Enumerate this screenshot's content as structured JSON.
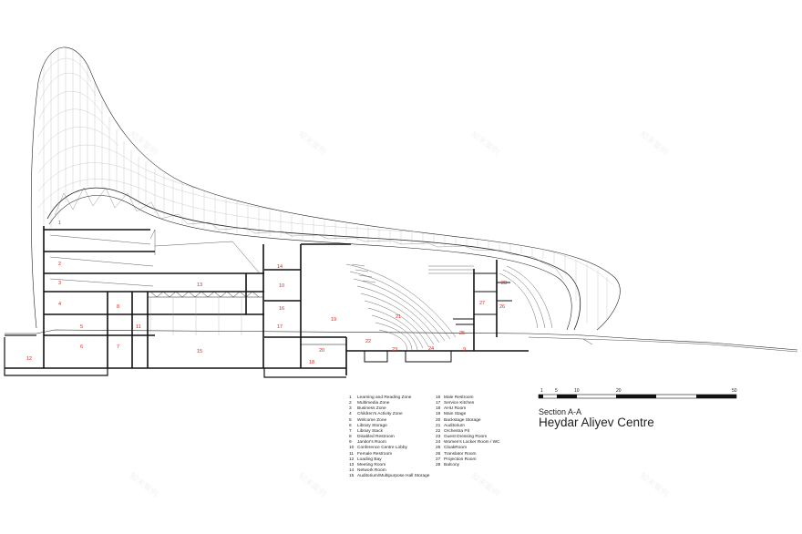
{
  "title": "Heydar Aliyev Centre",
  "section_label": "Section A-A",
  "scale_bar": {
    "ticks": [
      "1",
      "5",
      "10",
      "20",
      "50"
    ]
  },
  "watermark": "知末案例",
  "room_labels": [
    "1",
    "2",
    "3",
    "4",
    "5",
    "6",
    "7",
    "8",
    "9",
    "10",
    "11",
    "12",
    "13",
    "14",
    "15",
    "16",
    "17",
    "18",
    "19",
    "20",
    "21",
    "22",
    "23",
    "24",
    "25",
    "26",
    "27",
    "28"
  ],
  "legend_left": [
    {
      "n": "1",
      "label": "Learning and Reading Zone"
    },
    {
      "n": "2",
      "label": "Multimedia Zone"
    },
    {
      "n": "3",
      "label": "Business Zone"
    },
    {
      "n": "4",
      "label": "Children's Activity Zone"
    },
    {
      "n": "5",
      "label": "Welcome Zone"
    },
    {
      "n": "6",
      "label": "Library Storage"
    },
    {
      "n": "7",
      "label": "Library Stack"
    },
    {
      "n": "8",
      "label": "Disabled Restroom"
    },
    {
      "n": "9",
      "label": "Janitor's Room"
    },
    {
      "n": "10",
      "label": "Conference Centre Lobby"
    },
    {
      "n": "11",
      "label": "Female Restroom"
    },
    {
      "n": "12",
      "label": "Loading Bay"
    },
    {
      "n": "13",
      "label": "Meeting Room"
    },
    {
      "n": "14",
      "label": "Network Room"
    },
    {
      "n": "15",
      "label": "Auditorium/Multipurpose Hall Storage"
    }
  ],
  "legend_right": [
    {
      "n": "16",
      "label": "Male Restroom"
    },
    {
      "n": "17",
      "label": "Service Kitchen"
    },
    {
      "n": "18",
      "label": "AHU Room"
    },
    {
      "n": "19",
      "label": "Main Stage"
    },
    {
      "n": "20",
      "label": "Backstage Storage"
    },
    {
      "n": "21",
      "label": "Auditorium"
    },
    {
      "n": "22",
      "label": "Orchestra Pit"
    },
    {
      "n": "23",
      "label": "Guest Dressing Room"
    },
    {
      "n": "24",
      "label": "Women's Locker Room / WC"
    },
    {
      "n": "25",
      "label": "CloakRoom"
    },
    {
      "n": "26",
      "label": "Translator Room"
    },
    {
      "n": "27",
      "label": "Projection Room"
    },
    {
      "n": "28",
      "label": "Balcony"
    }
  ]
}
